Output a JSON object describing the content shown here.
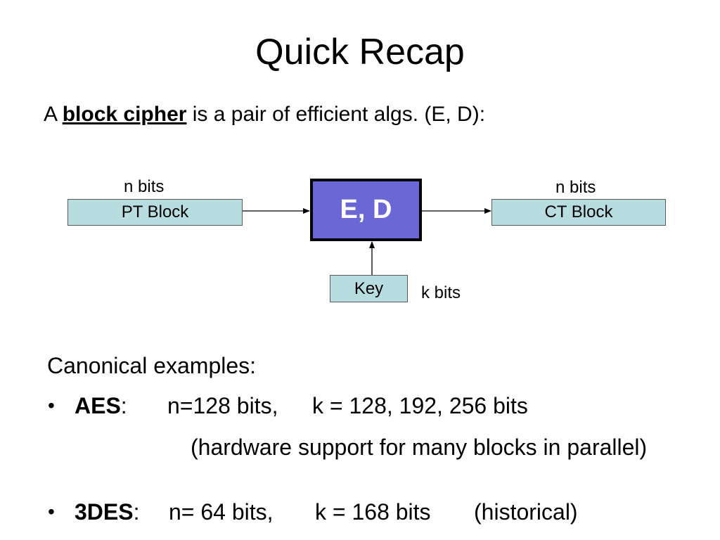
{
  "slide": {
    "title": "Quick Recap",
    "definition": {
      "prefix": "A ",
      "term": "block cipher",
      "suffix": " is a pair of efficient algs. (E, D):"
    }
  },
  "diagram": {
    "input_label": "PT Block",
    "input_bits": "n bits",
    "cipher_label": "E, D",
    "output_label": "CT Block",
    "output_bits": "n bits",
    "key_label": "Key",
    "key_bits": "k bits",
    "colors": {
      "block_fill": "#b7dde0",
      "cipher_fill": "#6b67d6",
      "cipher_text": "#ffffff"
    }
  },
  "examples": {
    "heading": "Canonical examples:",
    "bullet_glyph": "•",
    "items": [
      {
        "name": "AES",
        "separator": ":",
        "n": "n=128 bits,",
        "k": "k = 128, 192, 256 bits",
        "note": "(hardware support for many blocks in parallel)"
      },
      {
        "name": "3DES",
        "separator": ":",
        "n": "n= 64 bits,",
        "k": "k = 168 bits",
        "note": "(historical)"
      }
    ]
  }
}
